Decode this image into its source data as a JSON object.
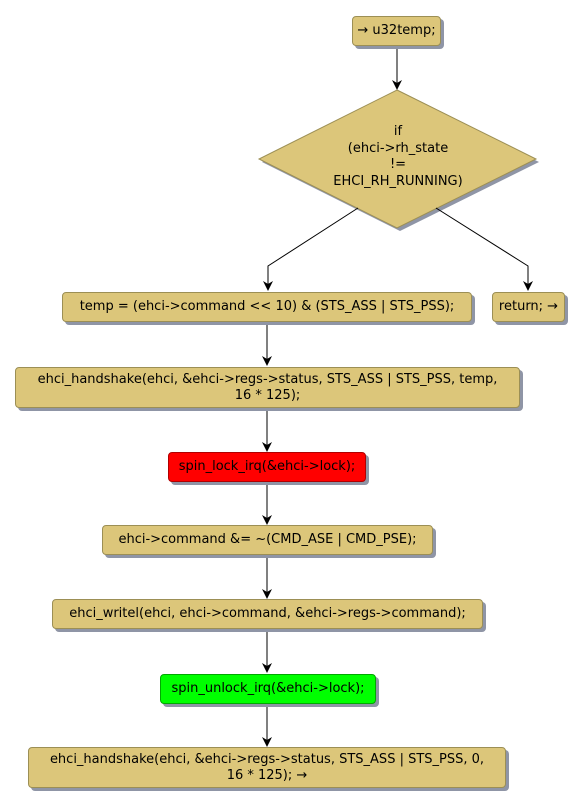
{
  "nodes": {
    "start": "→ u32temp;",
    "decision_lines": [
      "if",
      "(ehci->rh_state",
      "!=",
      "EHCI_RH_RUNNING)"
    ],
    "assign_temp": "temp = (ehci->command << 10) & (STS_ASS | STS_PSS);",
    "return_node": "return; →",
    "handshake_1": "ehci_handshake(ehci, &ehci->regs->status, STS_ASS | STS_PSS, temp,\n16 * 125);",
    "lock": "spin_lock_irq(&ehci->lock);",
    "command_clear": "ehci->command &= ~(CMD_ASE | CMD_PSE);",
    "writel": "ehci_writel(ehci, ehci->command, &ehci->regs->command);",
    "unlock": "spin_unlock_irq(&ehci->lock);",
    "handshake_2": "ehci_handshake(ehci, &ehci->regs->status, STS_ASS | STS_PSS, 0,\n16 * 125); →"
  },
  "colors": {
    "node_fill": "#dcc67a",
    "lock_fill": "#ff0000",
    "unlock_fill": "#00ff00"
  }
}
